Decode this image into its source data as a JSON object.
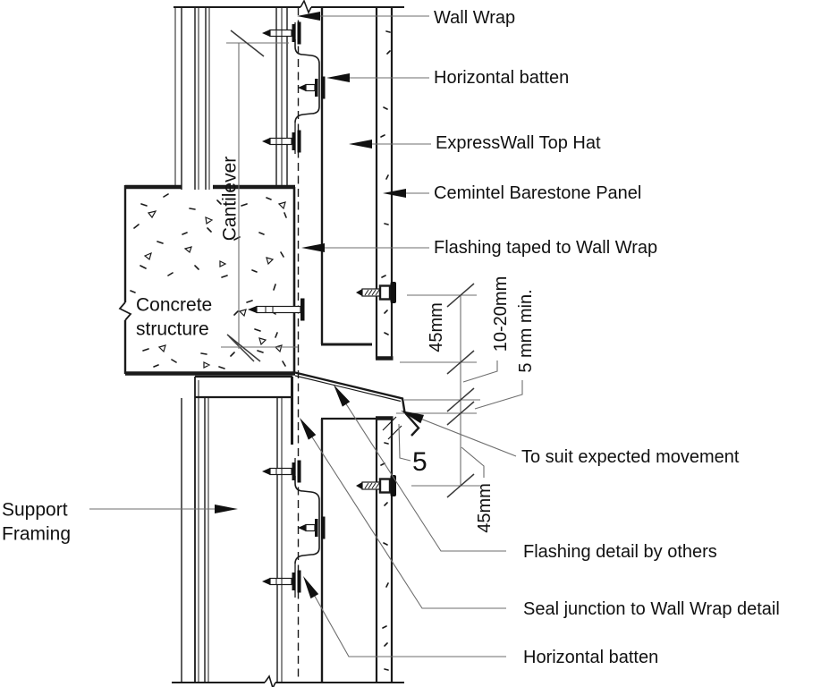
{
  "drawing_labels": {
    "wall_wrap": "Wall Wrap",
    "horizontal_batten_top": "Horizontal batten",
    "expresswall_top_hat": "ExpressWall Top Hat",
    "cemintel_panel": "Cemintel Barestone Panel",
    "flashing_taped": "Flashing taped to Wall Wrap",
    "to_suit_movement": "To suit expected movement",
    "flashing_detail": "Flashing detail by others",
    "seal_junction": "Seal junction to Wall Wrap detail",
    "horizontal_batten_bottom": "Horizontal batten",
    "support_line1": "Support",
    "support_line2": "Framing",
    "concrete_line1": "Concrete",
    "concrete_line2": "structure",
    "cantilever": "Cantilever"
  },
  "dimensions": {
    "top_hat_depth": "45mm",
    "movement_gap": "10-20mm",
    "min_gap": "5 mm min.",
    "bottom_hat_depth": "45mm",
    "drip_gap": "5"
  },
  "colors": {
    "line": "#1a1a1a",
    "leader": "#6e6e6e",
    "background": "#ffffff"
  }
}
